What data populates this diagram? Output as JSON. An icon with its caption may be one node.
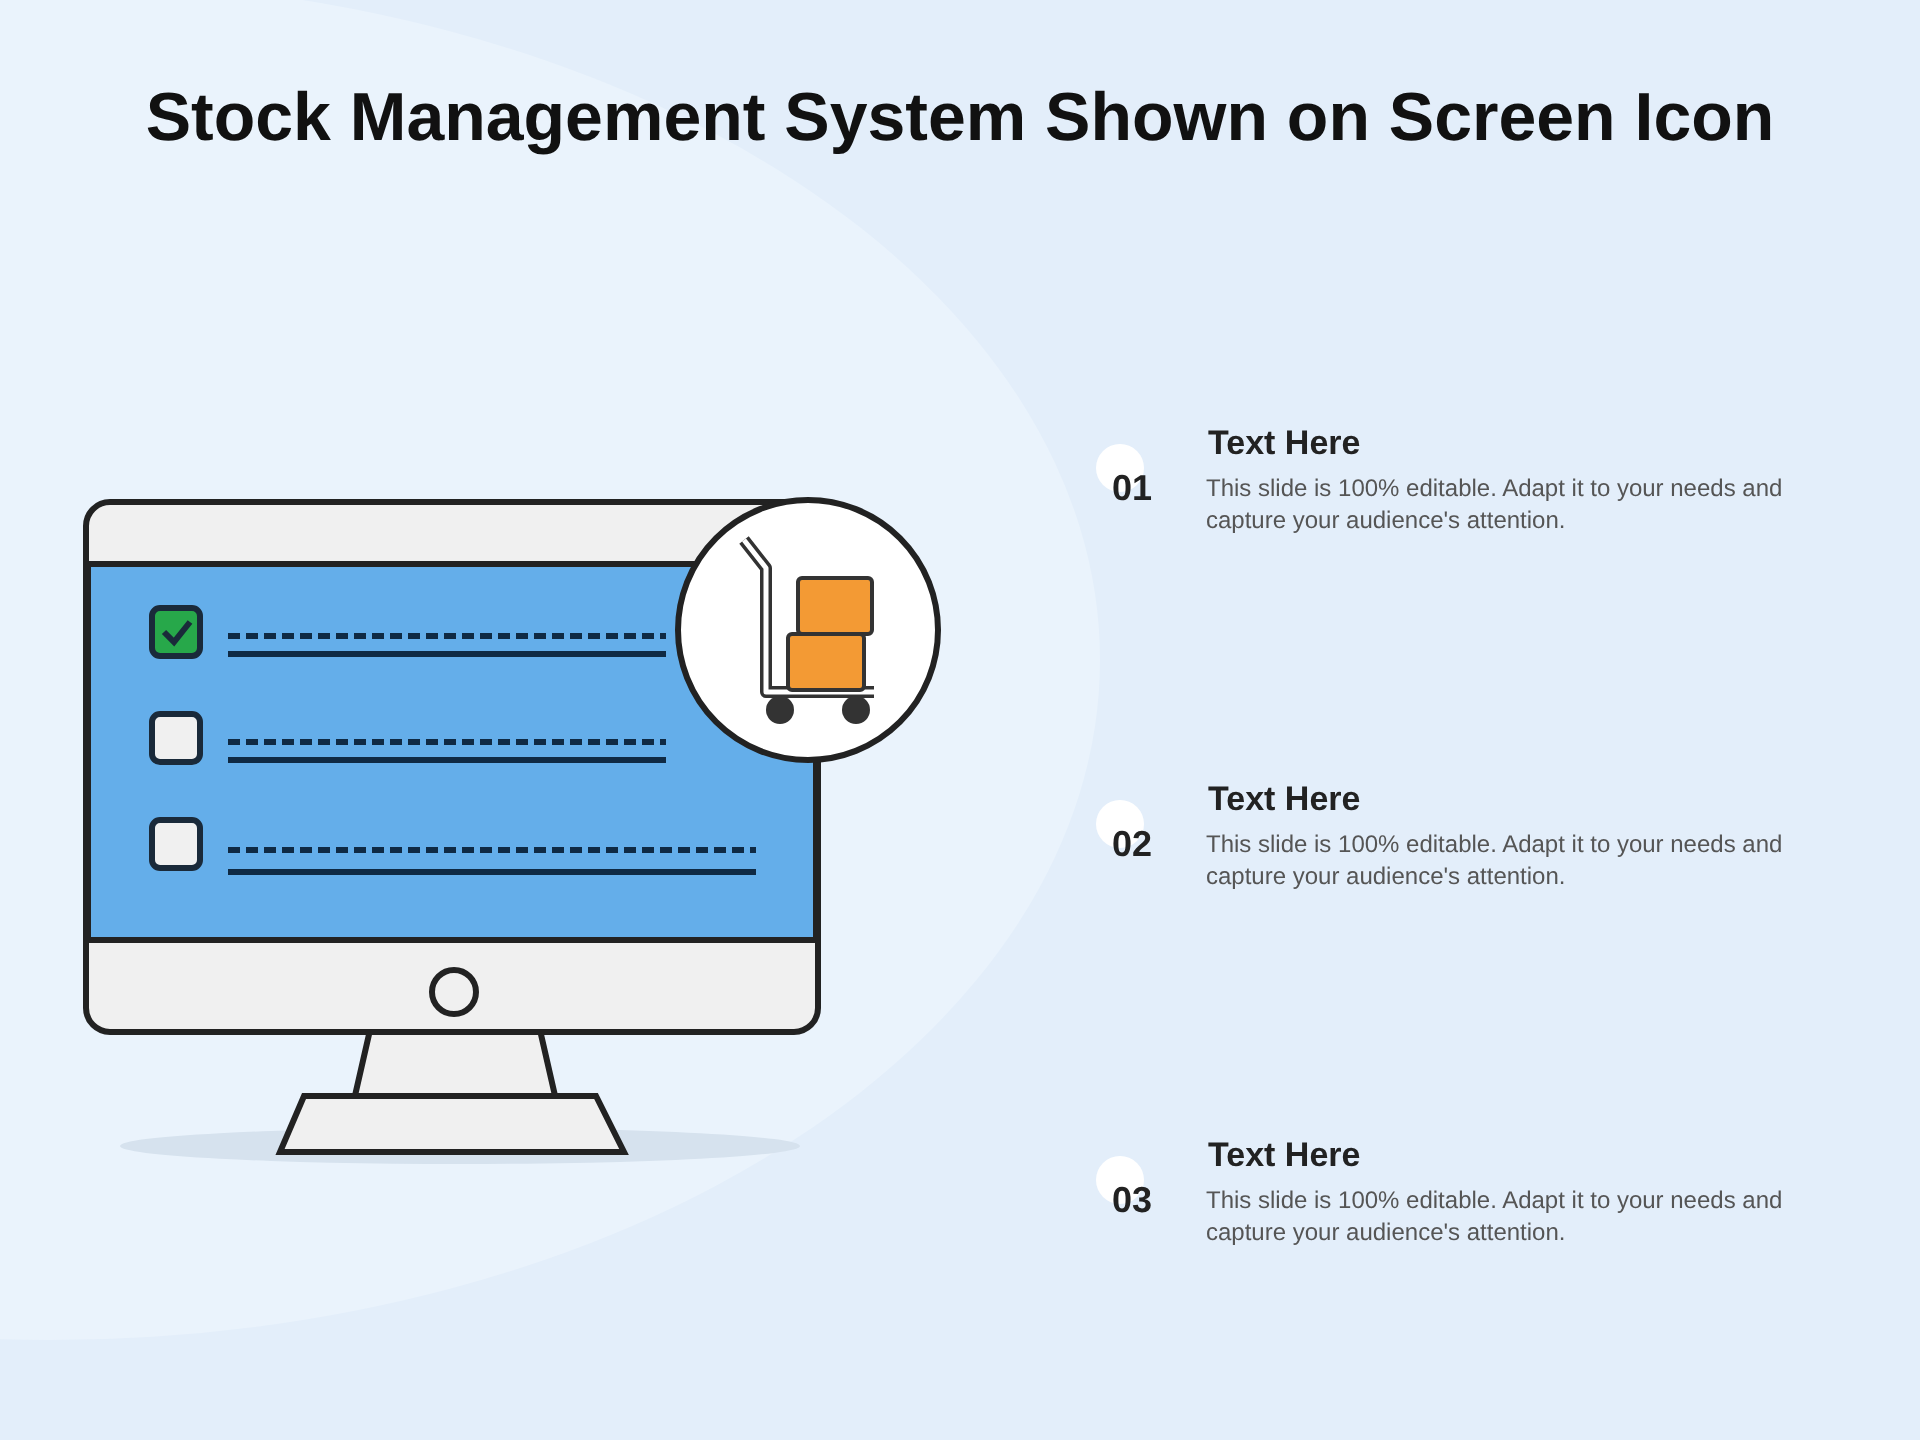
{
  "diagram": {
    "title": "Stock Management System Shown on Screen Icon",
    "labels": [
      "01",
      "Text Here",
      "This slide is 100% editable. Adapt it to your needs and capture your audience's attention.",
      "02",
      "Text Here",
      "This slide is 100% editable. Adapt it to your needs and capture your audience's attention.",
      "03",
      "Text Here",
      "This slide is 100% editable. Adapt it to your needs and capture your audience's attention."
    ]
  }
}
